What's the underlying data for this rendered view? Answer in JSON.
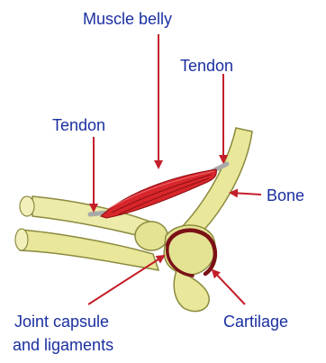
{
  "labels": {
    "muscle_belly": "Muscle belly",
    "tendon_top": "Tendon",
    "tendon_left": "Tendon",
    "bone": "Bone",
    "joint_capsule_line1": "Joint capsule",
    "joint_capsule_line2": "and ligaments",
    "cartilage": "Cartilage"
  },
  "colors": {
    "label_text": "#1a2fa0",
    "arrow": "#c41e2a",
    "bone_fill": "#e8e79a",
    "bone_outline": "#8b8a3e",
    "muscle": "#d7262b",
    "muscle_striation": "#8e0f14",
    "tendon": "#a9a9a9",
    "capsule": "#7a1216"
  }
}
